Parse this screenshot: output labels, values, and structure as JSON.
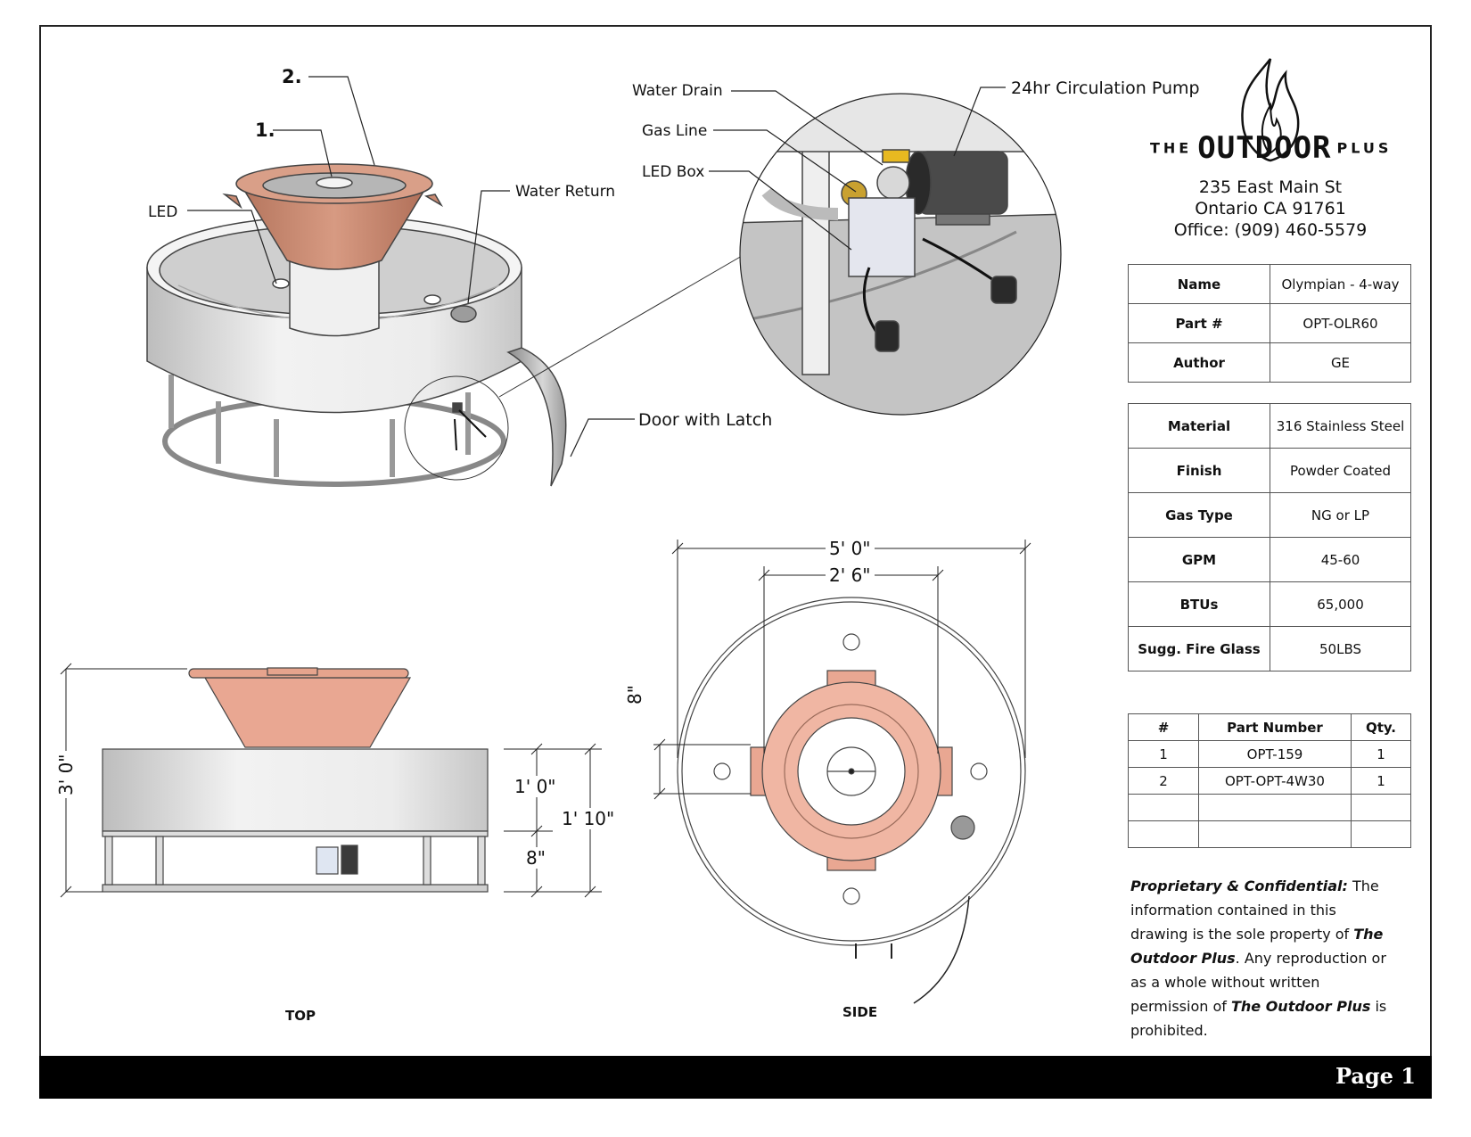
{
  "callouts": {
    "part_2": "2.",
    "part_1": "1.",
    "led": "LED",
    "water_return": "Water Return",
    "water_drain": "Water Drain",
    "gas_line": "Gas Line",
    "led_box": "LED Box",
    "circulation_pump": "24hr Circulation Pump",
    "door_latch": "Door with Latch"
  },
  "dimensions": {
    "width_overall": "5' 0\"",
    "width_bowl": "2' 6\"",
    "offset": "8\"",
    "height_overall": "3' 0\"",
    "height_bowl": "1' 0\"",
    "height_base": "1' 10\"",
    "height_leg": "8\""
  },
  "views": {
    "front": "TOP",
    "plan": "SIDE"
  },
  "company": {
    "the": "THE",
    "name": "OUTDOOR",
    "plus": "PLUS",
    "address_line1": "235 East Main St",
    "address_line2": "Ontario CA 91761",
    "office": "Office: (909) 460-5579"
  },
  "title_block": {
    "name_label": "Name",
    "name_value": "Olympian - 4-way",
    "part_label": "Part #",
    "part_value": "OPT-OLR60",
    "author_label": "Author",
    "author_value": "GE"
  },
  "specs": {
    "material_label": "Material",
    "material_value": "316 Stainless Steel",
    "finish_label": "Finish",
    "finish_value": "Powder Coated",
    "gas_label": "Gas Type",
    "gas_value": "NG or LP",
    "gpm_label": "GPM",
    "gpm_value": "45-60",
    "btus_label": "BTUs",
    "btus_value": "65,000",
    "glass_label": "Sugg. Fire Glass",
    "glass_value": "50LBS"
  },
  "parts_table": {
    "headers": [
      "#",
      "Part Number",
      "Qty."
    ],
    "rows": [
      [
        "1",
        "OPT-159",
        "1"
      ],
      [
        "2",
        "OPT-OPT-4W30",
        "1"
      ],
      [
        "",
        "",
        ""
      ],
      [
        "",
        "",
        ""
      ]
    ]
  },
  "notice": {
    "lead": "Proprietary & Confidential:",
    "t1": " The information contained in this drawing is the sole property of ",
    "company1": "The Outdoor Plus",
    "t2": ". Any reproduction or as a whole without written permission of ",
    "company2": "The Outdoor Plus",
    "t3": " is prohibited."
  },
  "footer": {
    "page": "Page 1"
  },
  "colors": {
    "copper": "#e6a48d",
    "copper_dark": "#c98a72",
    "steel": "#e8e8e8",
    "footer": "#000000"
  }
}
